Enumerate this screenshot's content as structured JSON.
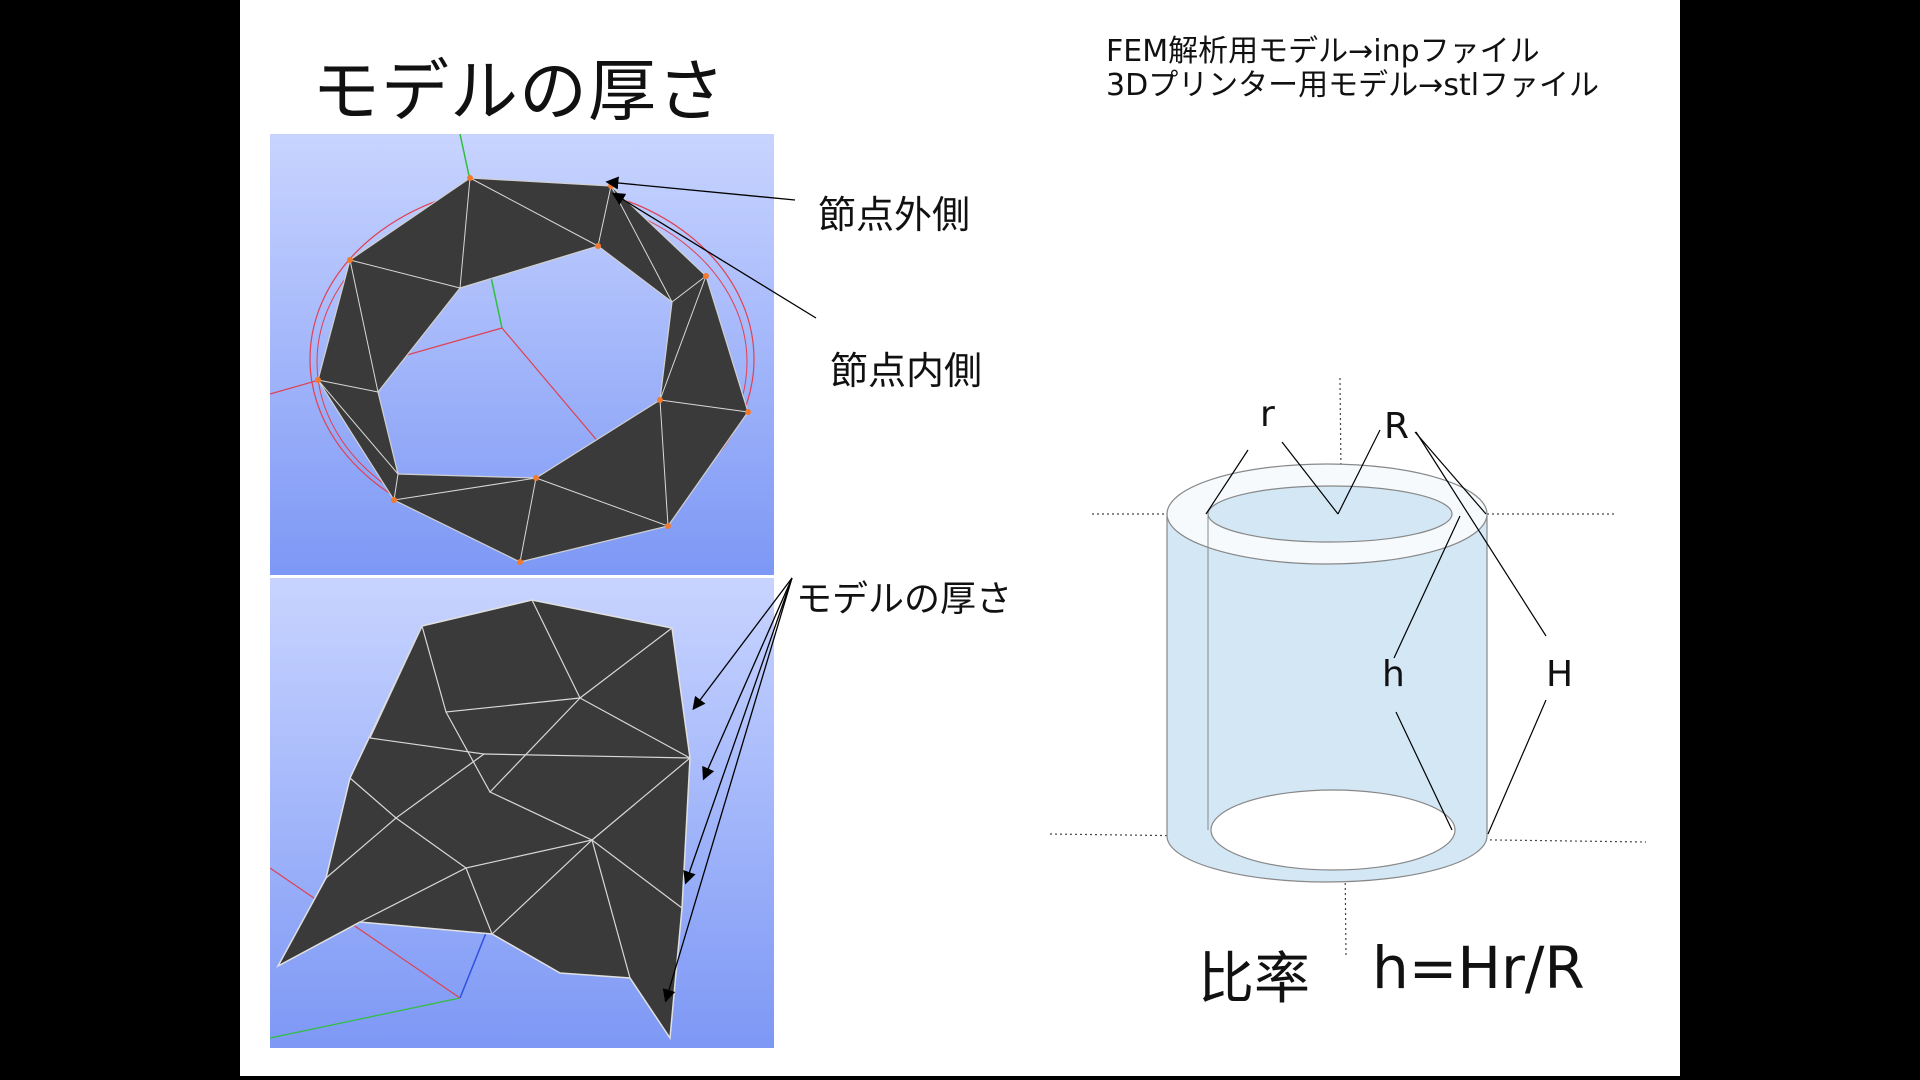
{
  "slide": {
    "title": "モデルの厚さ",
    "notes": [
      "FEM解析用モデル→inpファイル",
      "3Dプリンター用モデル→stlファイル"
    ],
    "labels": {
      "outer_node": "節点外側",
      "inner_node": "節点内側",
      "model_thickness": "モデルの厚さ"
    },
    "cylinder": {
      "symbols": {
        "r": "r",
        "R": "R",
        "h": "h",
        "H": "H"
      },
      "fill_color": "#d3e7f5"
    },
    "ratio": {
      "label": "比率",
      "formula": "h=Hr/R"
    }
  },
  "colors": {
    "panel_top": "#c8d4ff",
    "panel_bottom": "#7d98f5",
    "mesh": "#3a3a3a"
  }
}
